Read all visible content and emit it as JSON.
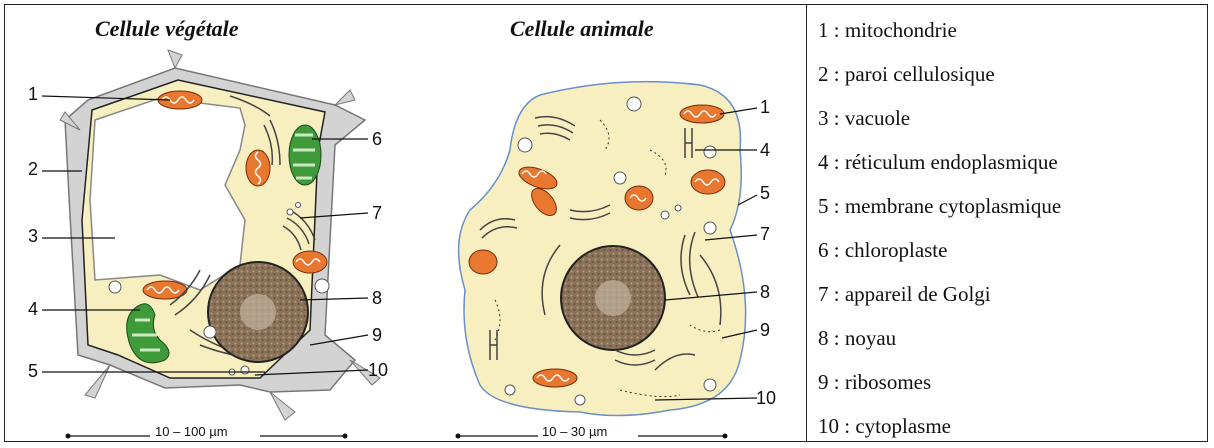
{
  "plant_cell": {
    "title": "Cellule végétale",
    "numbers": [
      "1",
      "2",
      "3",
      "4",
      "5",
      "6",
      "7",
      "8",
      "9",
      "10"
    ],
    "scale": "10 – 100 µm"
  },
  "animal_cell": {
    "title": "Cellule animale",
    "numbers": [
      "1",
      "4",
      "5",
      "7",
      "8",
      "9",
      "10"
    ],
    "scale": "10 – 30 µm"
  },
  "legend": [
    "1 : mitochondrie",
    "2 : paroi cellulosique",
    "3 : vacuole",
    "4 : réticulum endoplasmique",
    "5 : membrane cytoplasmique",
    "6 : chloroplaste",
    "7 : appareil de Golgi",
    "8 : noyau",
    "9 : ribosomes",
    "10 : cytoplasme"
  ],
  "colors": {
    "cytoplasm": "#f7efc0",
    "wall": "#d3d3d3",
    "mitochondria": "#e8782f",
    "chloroplast": "#3f9a3a",
    "nucleus": "#8a7258",
    "membrane": "#6b8fc7"
  }
}
